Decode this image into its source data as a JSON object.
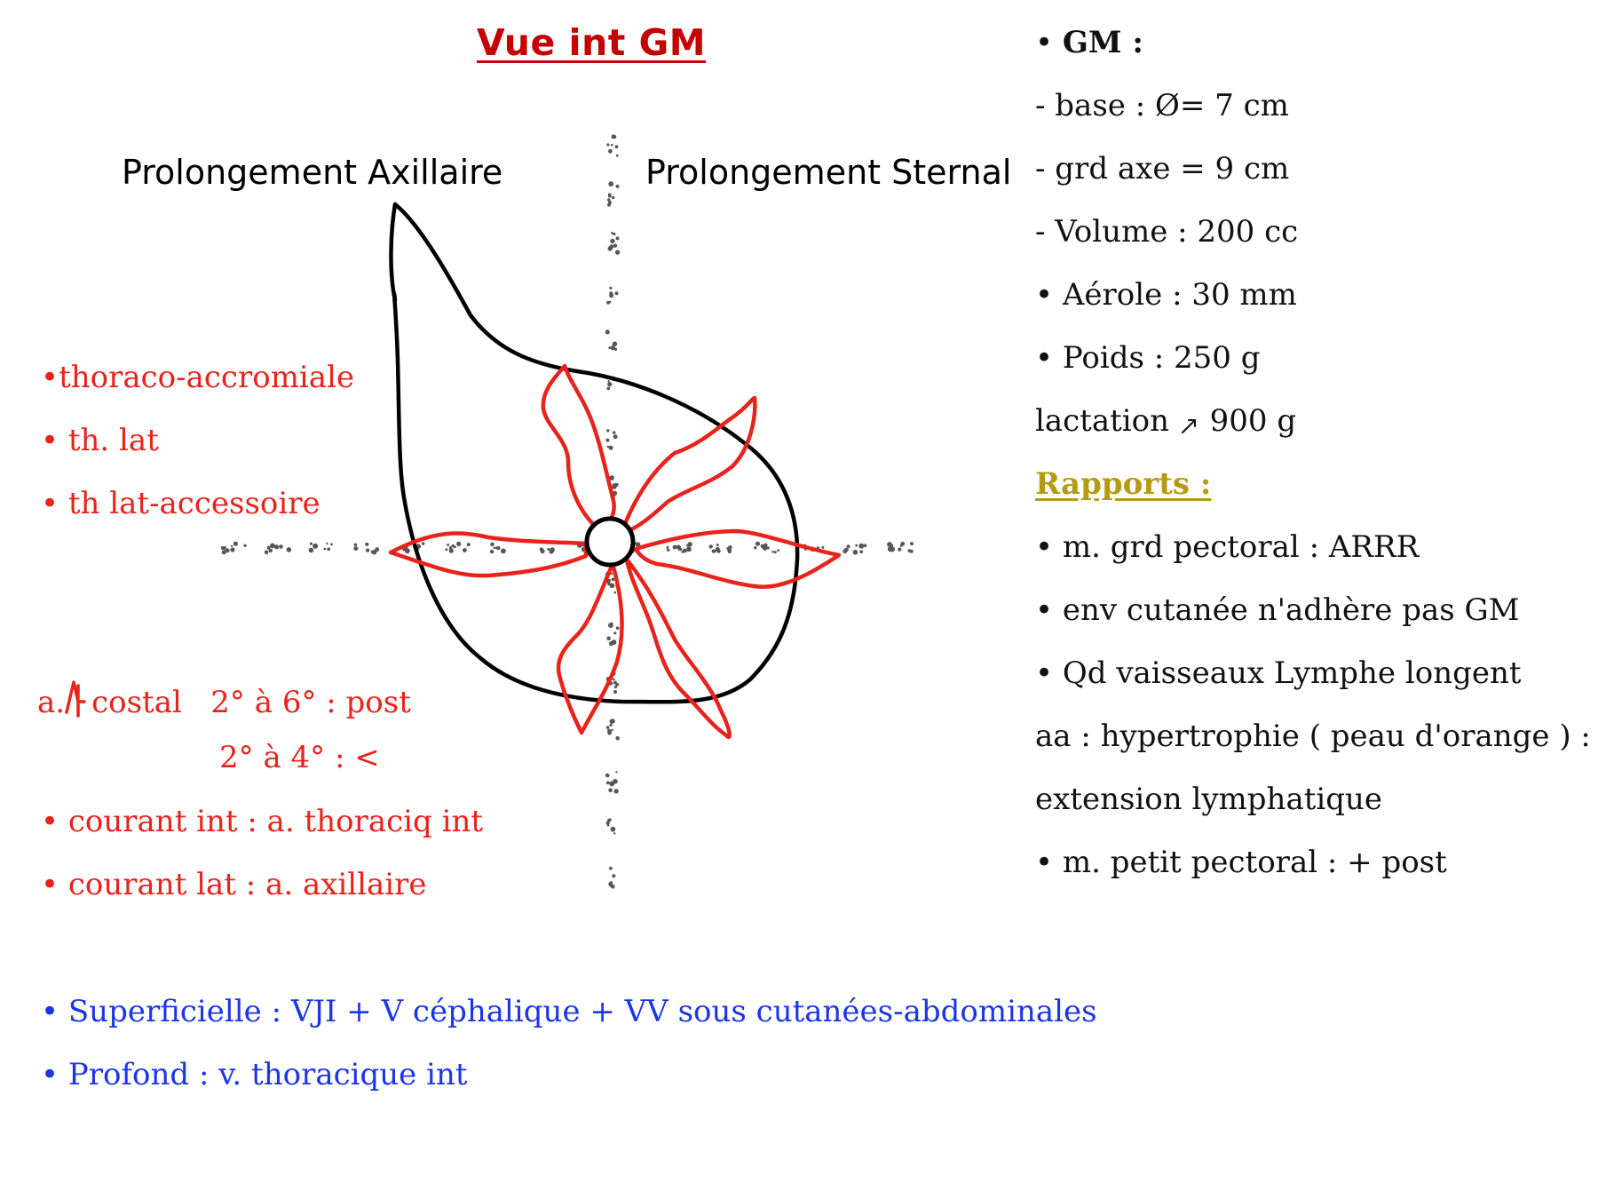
{
  "title": "Vue int GM",
  "diagram": {
    "left_label": "Prolongement Axillaire",
    "right_label": "Prolongement Sternal",
    "colors": {
      "outline": "#000000",
      "petals": "#e8231c",
      "axes": "#333333"
    }
  },
  "arteries": {
    "items": [
      "thoraco-accromiale",
      "th. lat",
      "th lat-accessoire"
    ],
    "intercostal_prefix": "a.",
    "intercostal_label": "costal",
    "intercostal_row1": "2° à 6° : post",
    "intercostal_row2": "2° à 4° : <",
    "currents": [
      "courant int : a. thoraciq int",
      "courant lat : a. axillaire"
    ]
  },
  "veins": {
    "items": [
      "Superficielle : VJI + V céphalique + VV sous cutanées-abdominales",
      "Profond : v. thoracique int"
    ]
  },
  "info": {
    "gm_heading": "GM :",
    "base": "- base : Ø= 7 cm",
    "grd_axe": "- grd axe = 9 cm",
    "volume": "- Volume : 200 cc",
    "areole": "Aérole : 30 mm",
    "poids": "Poids : 250 g",
    "lactation_prefix": "lactation",
    "lactation_value": "900 g",
    "rapports_heading": "Rapports :",
    "rapport1": "m. grd pectoral : ARRR",
    "rapport2": "env cutanée n'adhère pas GM",
    "rapport3": "Qd vaisseaux Lymphe longent",
    "rapport3_cont1": "aa : hypertrophie ( peau d'orange ) :",
    "rapport3_cont2": "extension lymphatique",
    "rapport4": "m. petit pectoral : + post"
  },
  "bullet": "•"
}
